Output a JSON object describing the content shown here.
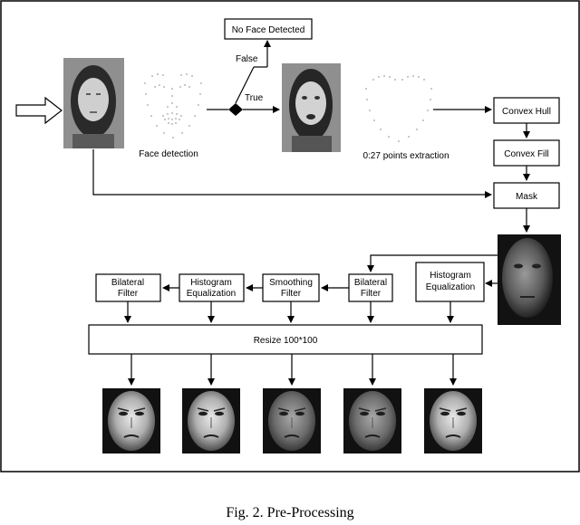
{
  "caption": "Fig. 2. Pre-Processing",
  "labels": {
    "no_face": "No Face Detected",
    "false": "False",
    "true": "True",
    "face_detection": "Face detection",
    "points_extraction": "0:27 points extraction",
    "convex_hull": "Convex Hull",
    "convex_fill": "Convex Fill",
    "mask": "Mask",
    "bilateral_1": "Bilateral",
    "bilateral_2": "Filter",
    "hist_1": "Histogram",
    "hist_2": "Equalization",
    "smooth_1": "Smoothing",
    "smooth_2": "Filter",
    "resize": "Resize 100*100"
  },
  "outputs": [
    {
      "name": "bilateral-output",
      "tone": "bright"
    },
    {
      "name": "histogram-bilateral-output",
      "tone": "bright"
    },
    {
      "name": "smoothing-output",
      "tone": "dim"
    },
    {
      "name": "bilateral-only-output",
      "tone": "dim"
    },
    {
      "name": "histogram-only-output",
      "tone": "bright"
    }
  ],
  "colors": {
    "line": "#000000",
    "face_bg": "#9a9a9a",
    "dots": "#b8b8b8"
  }
}
